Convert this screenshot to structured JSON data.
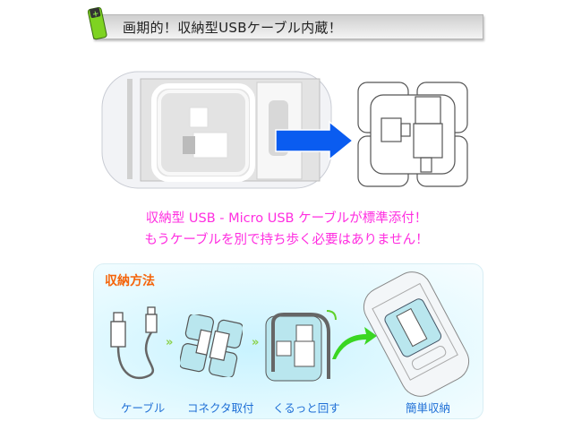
{
  "header": {
    "title": "画期的！収納型USBケーブル内蔵！",
    "icon": "battery-icon"
  },
  "hero": {
    "photo_alt": "device-back-with-stored-cable",
    "arrow_color": "#0a5cf0",
    "diagram": "cable-storage-diagram"
  },
  "notes": {
    "line1": "収納型 USB - Micro USB ケーブルが標準添付！",
    "line2": "もうケーブルを別で持ち歩く必要はありません！",
    "color": "#ff2ee0"
  },
  "howto": {
    "title": "収納方法",
    "steps": [
      {
        "label": "ケーブル",
        "icon": "usb-cable-icon"
      },
      {
        "label": "コネクタ取付",
        "icon": "connector-frame-icon"
      },
      {
        "label": "くるっと回す",
        "icon": "wrap-cable-icon"
      },
      {
        "label": "簡単収納",
        "icon": "device-storage-icon"
      }
    ],
    "separator": "»"
  }
}
